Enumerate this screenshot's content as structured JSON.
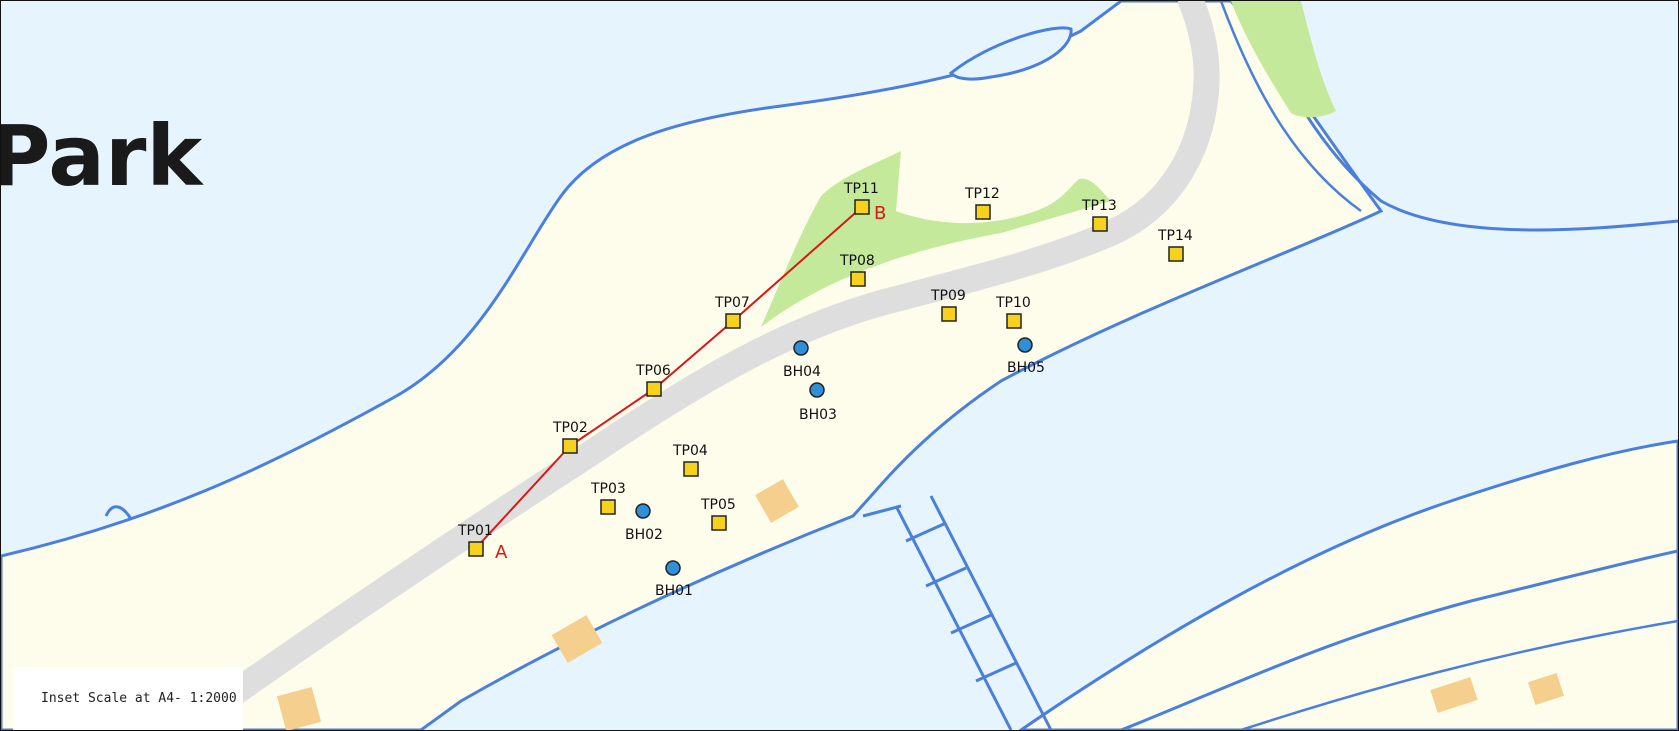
{
  "map": {
    "place_label": "Park",
    "scale_text": "Inset Scale at A4- 1:2000",
    "section_start_label": "A",
    "section_end_label": "B",
    "colors": {
      "water": "#e6f4fd",
      "land": "#fefdec",
      "shoreline": "#4a7fdc",
      "road": "#dedede",
      "green_space": "#c4e99a",
      "building": "#f5cf8e",
      "trial_pit_fill": "#f7d21c",
      "borehole_fill": "#2f8fd8",
      "section_line": "#d81818"
    },
    "legend_items": {
      "trial_pits": [
        {
          "id": "TP01"
        },
        {
          "id": "TP02"
        },
        {
          "id": "TP03"
        },
        {
          "id": "TP04"
        },
        {
          "id": "TP05"
        },
        {
          "id": "TP06"
        },
        {
          "id": "TP07"
        },
        {
          "id": "TP08"
        },
        {
          "id": "TP09"
        },
        {
          "id": "TP10"
        },
        {
          "id": "TP11"
        },
        {
          "id": "TP12"
        },
        {
          "id": "TP13"
        },
        {
          "id": "TP14"
        }
      ],
      "boreholes": [
        {
          "id": "BH01"
        },
        {
          "id": "BH02"
        },
        {
          "id": "BH03"
        },
        {
          "id": "BH04"
        },
        {
          "id": "BH05"
        }
      ]
    }
  }
}
